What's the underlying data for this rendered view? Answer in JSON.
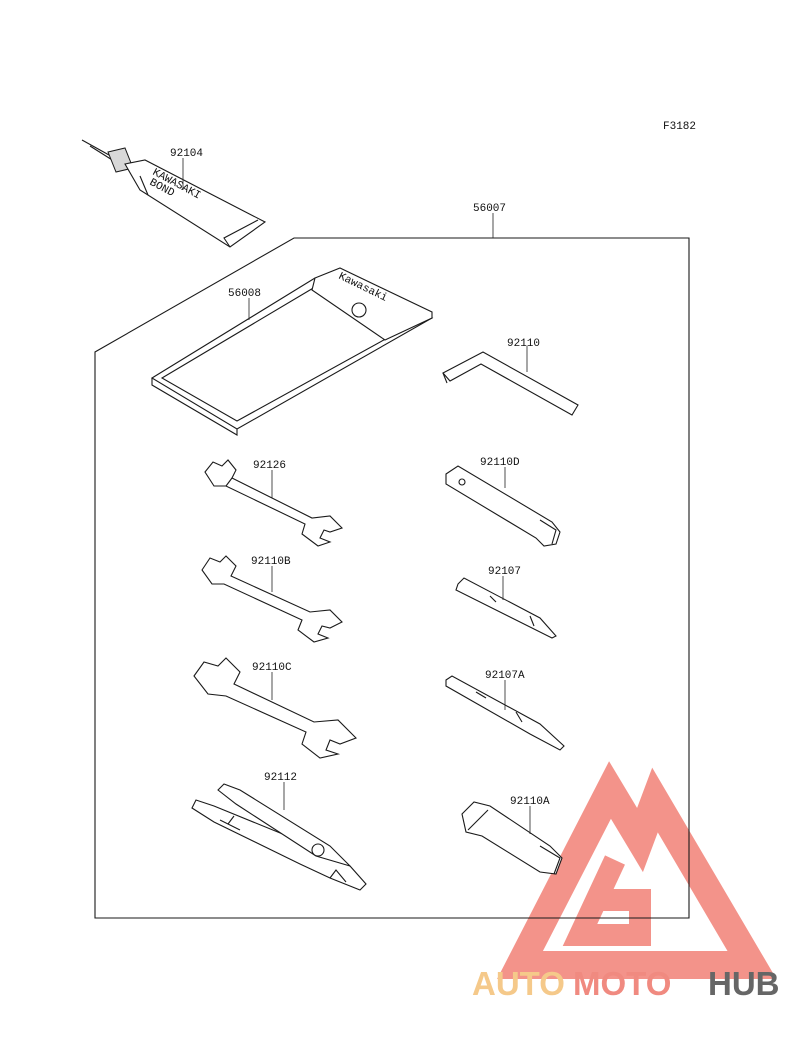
{
  "figure_code": "F3182",
  "parts": {
    "bond": "92104",
    "tool_kit": "56007",
    "tool_bag": "56008",
    "bag_brand": "Kawasaki",
    "hex_wrench": "92110",
    "wrench_1": "92126",
    "box_wrench": "92110D",
    "wrench_2": "92110B",
    "screwdriver_bit": "92107",
    "wrench_3": "92110C",
    "screwdriver_handle": "92107A",
    "pliers": "92112",
    "plug_wrench": "92110A"
  },
  "tube_text": [
    "KAWASAKI",
    "BOND"
  ],
  "watermark": {
    "part1": "AUTO",
    "part2": "MOTO",
    "part3": "HUB",
    "color1": "#f5c98a",
    "color2": "#f08a80",
    "color3": "#666666",
    "logo_color": "#ef6f63"
  }
}
